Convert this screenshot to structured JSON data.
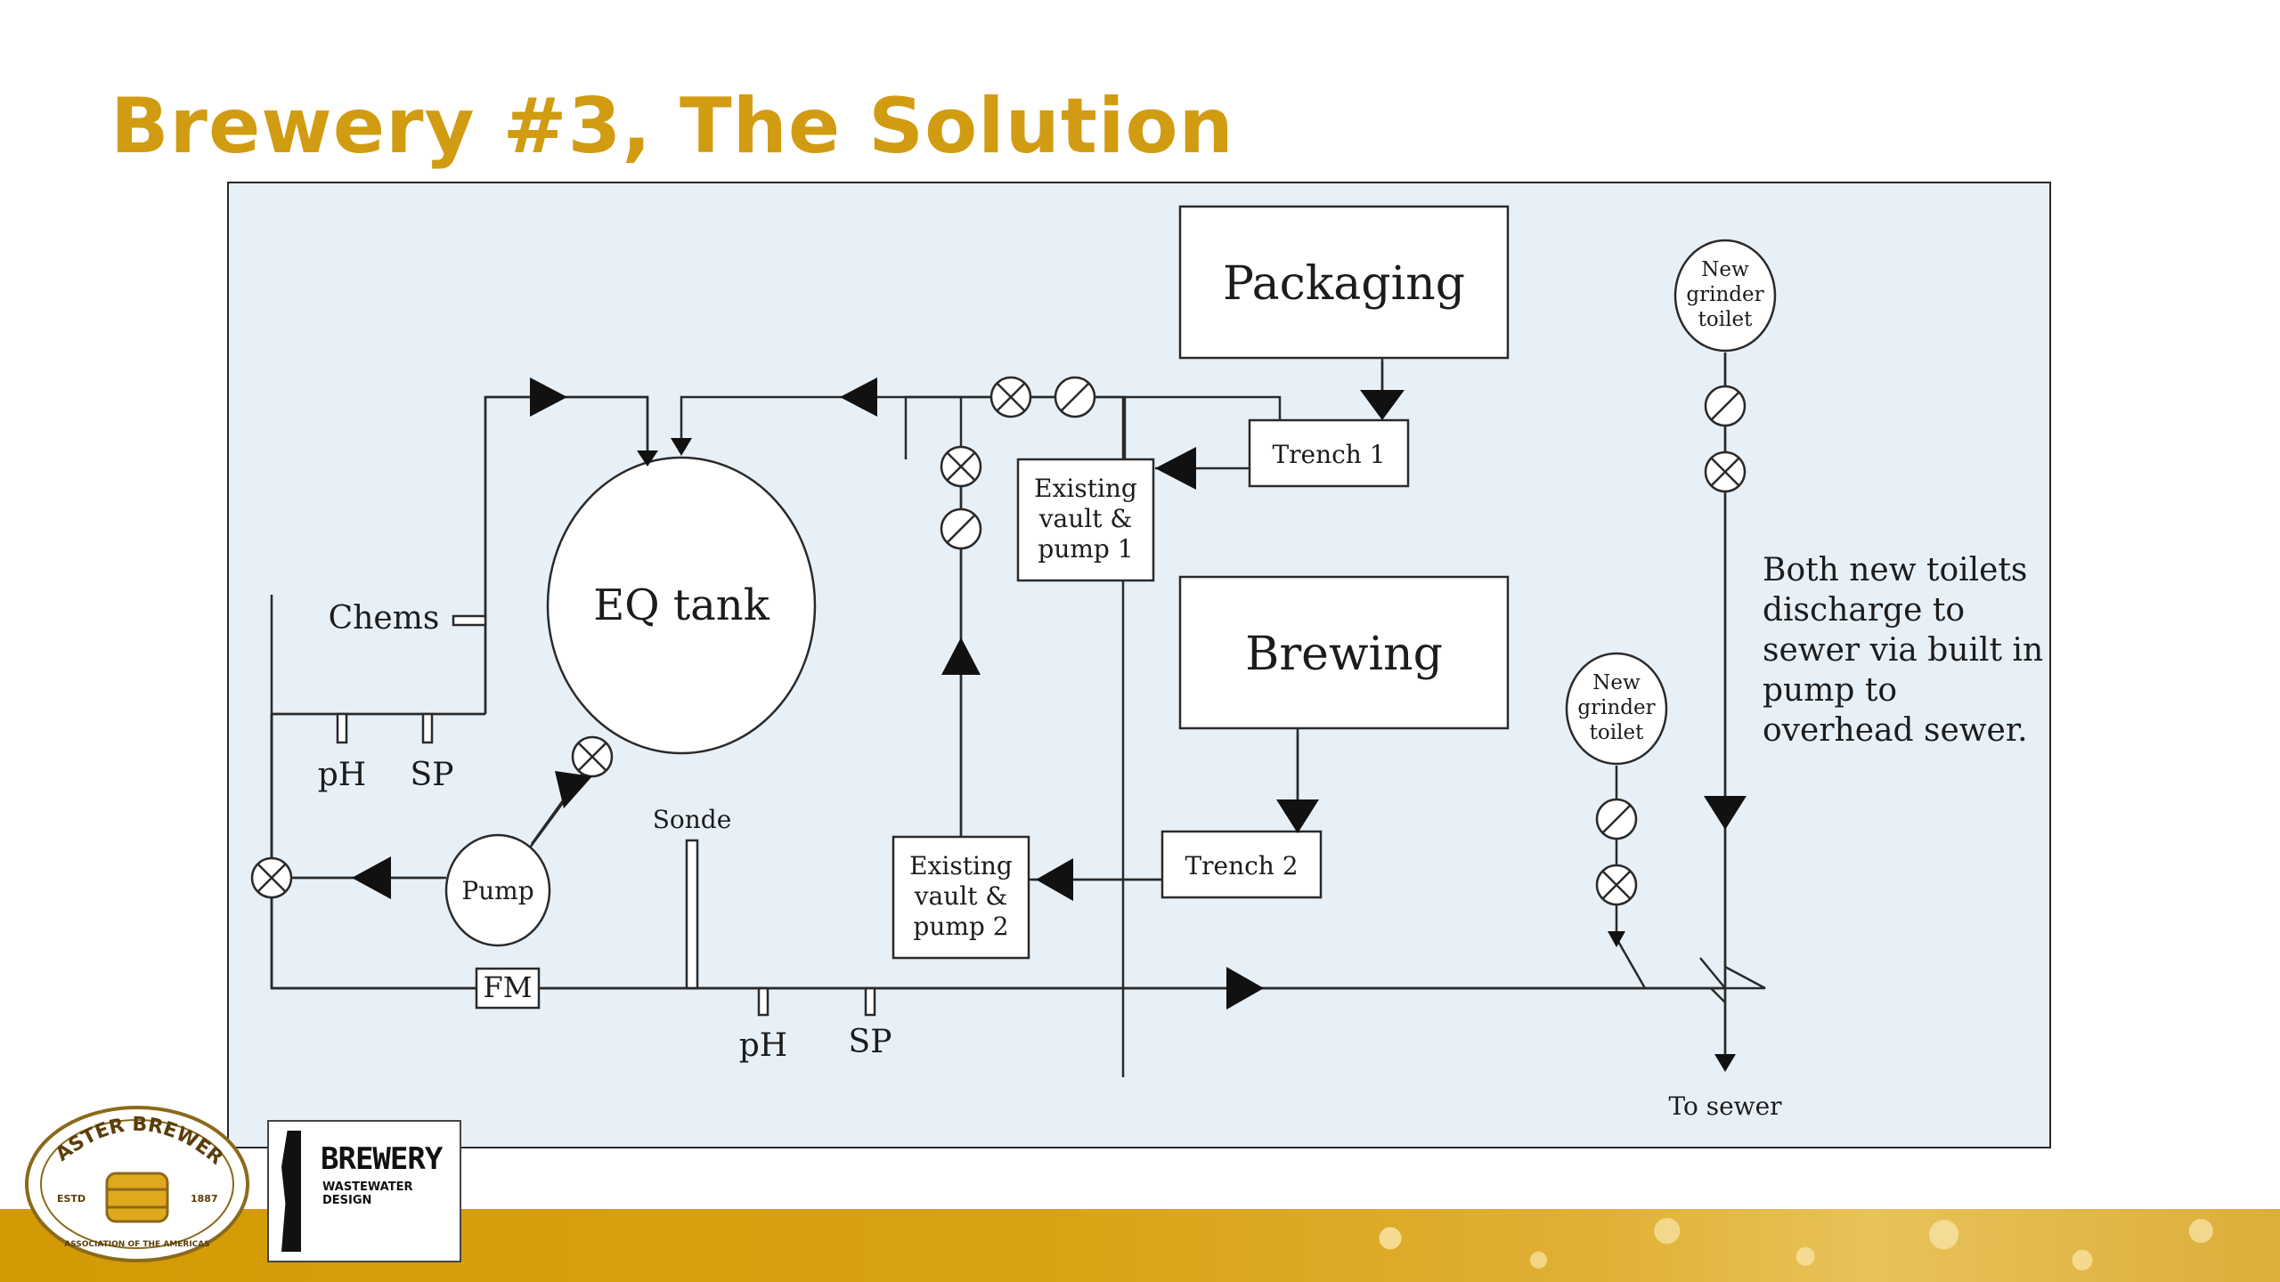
{
  "slide": {
    "title": "Brewery #3, The Solution"
  },
  "diagram": {
    "packaging": "Packaging",
    "brewing": "Brewing",
    "trench1": "Trench 1",
    "trench2": "Trench 2",
    "vault1": [
      "Existing",
      "vault &",
      "pump 1"
    ],
    "vault2": [
      "Existing",
      "vault &",
      "pump 2"
    ],
    "eq_tank": "EQ tank",
    "pump": "Pump",
    "chems": "Chems",
    "ph": "pH",
    "sp": "SP",
    "sonde": "Sonde",
    "fm": "FM",
    "toilet": [
      "New",
      "grinder",
      "toilet"
    ],
    "note": [
      "Both new toilets",
      "discharge to",
      "sewer via built in",
      "pump to",
      "overhead sewer."
    ],
    "to_sewer": "To sewer"
  },
  "logos": {
    "mba_text": "MASTER BREWERS",
    "mba_estd": "ESTD",
    "mba_year": "1887",
    "mba_assoc": "ASSOCIATION OF THE AMERICAS",
    "bww_word": "BREWERY",
    "bww_sub": "WASTEWATER DESIGN"
  },
  "colors": {
    "title": "#d19c12",
    "panel_bg": "#e8f0f7",
    "footer": "#d49a05"
  }
}
